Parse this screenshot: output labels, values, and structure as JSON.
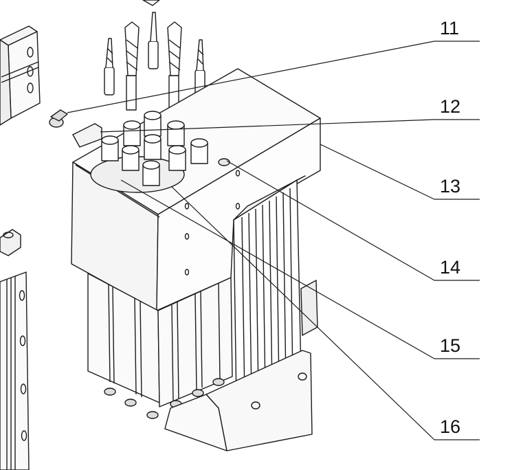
{
  "diagram": {
    "line_color": "#1a1a1a",
    "background": "#ffffff",
    "callouts": [
      {
        "label": "11"
      },
      {
        "label": "12"
      },
      {
        "label": "13"
      },
      {
        "label": "14"
      },
      {
        "label": "15"
      },
      {
        "label": "16"
      }
    ]
  }
}
